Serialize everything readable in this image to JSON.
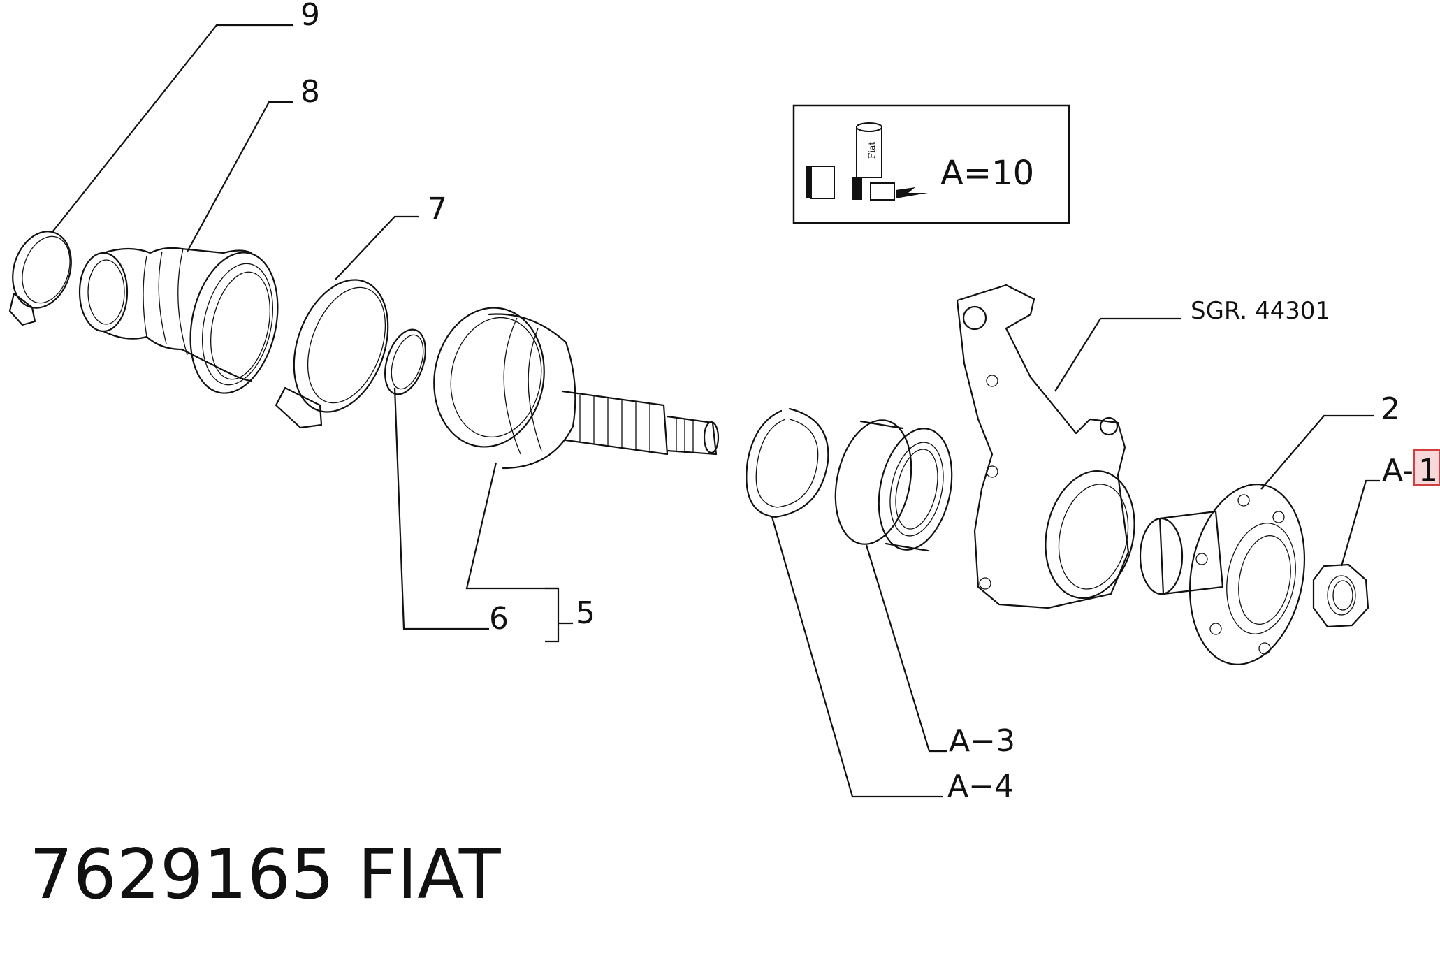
{
  "callouts": {
    "c9": "9",
    "c8": "8",
    "c7": "7",
    "c6": "6",
    "c5": "5",
    "c2": "2",
    "a1": "A-",
    "a1_highlight": "1",
    "a3": "A−3",
    "a4": "A−4",
    "sgr": "SGR. 44301"
  },
  "kit_box": {
    "label": "A=10",
    "logo_text": "Fiat"
  },
  "footer": {
    "part_number": "7629165",
    "brand": "FIAT"
  },
  "colors": {
    "line": "#111111",
    "highlight_fill": "#f8d8d8",
    "highlight_stroke": "#d04040"
  }
}
